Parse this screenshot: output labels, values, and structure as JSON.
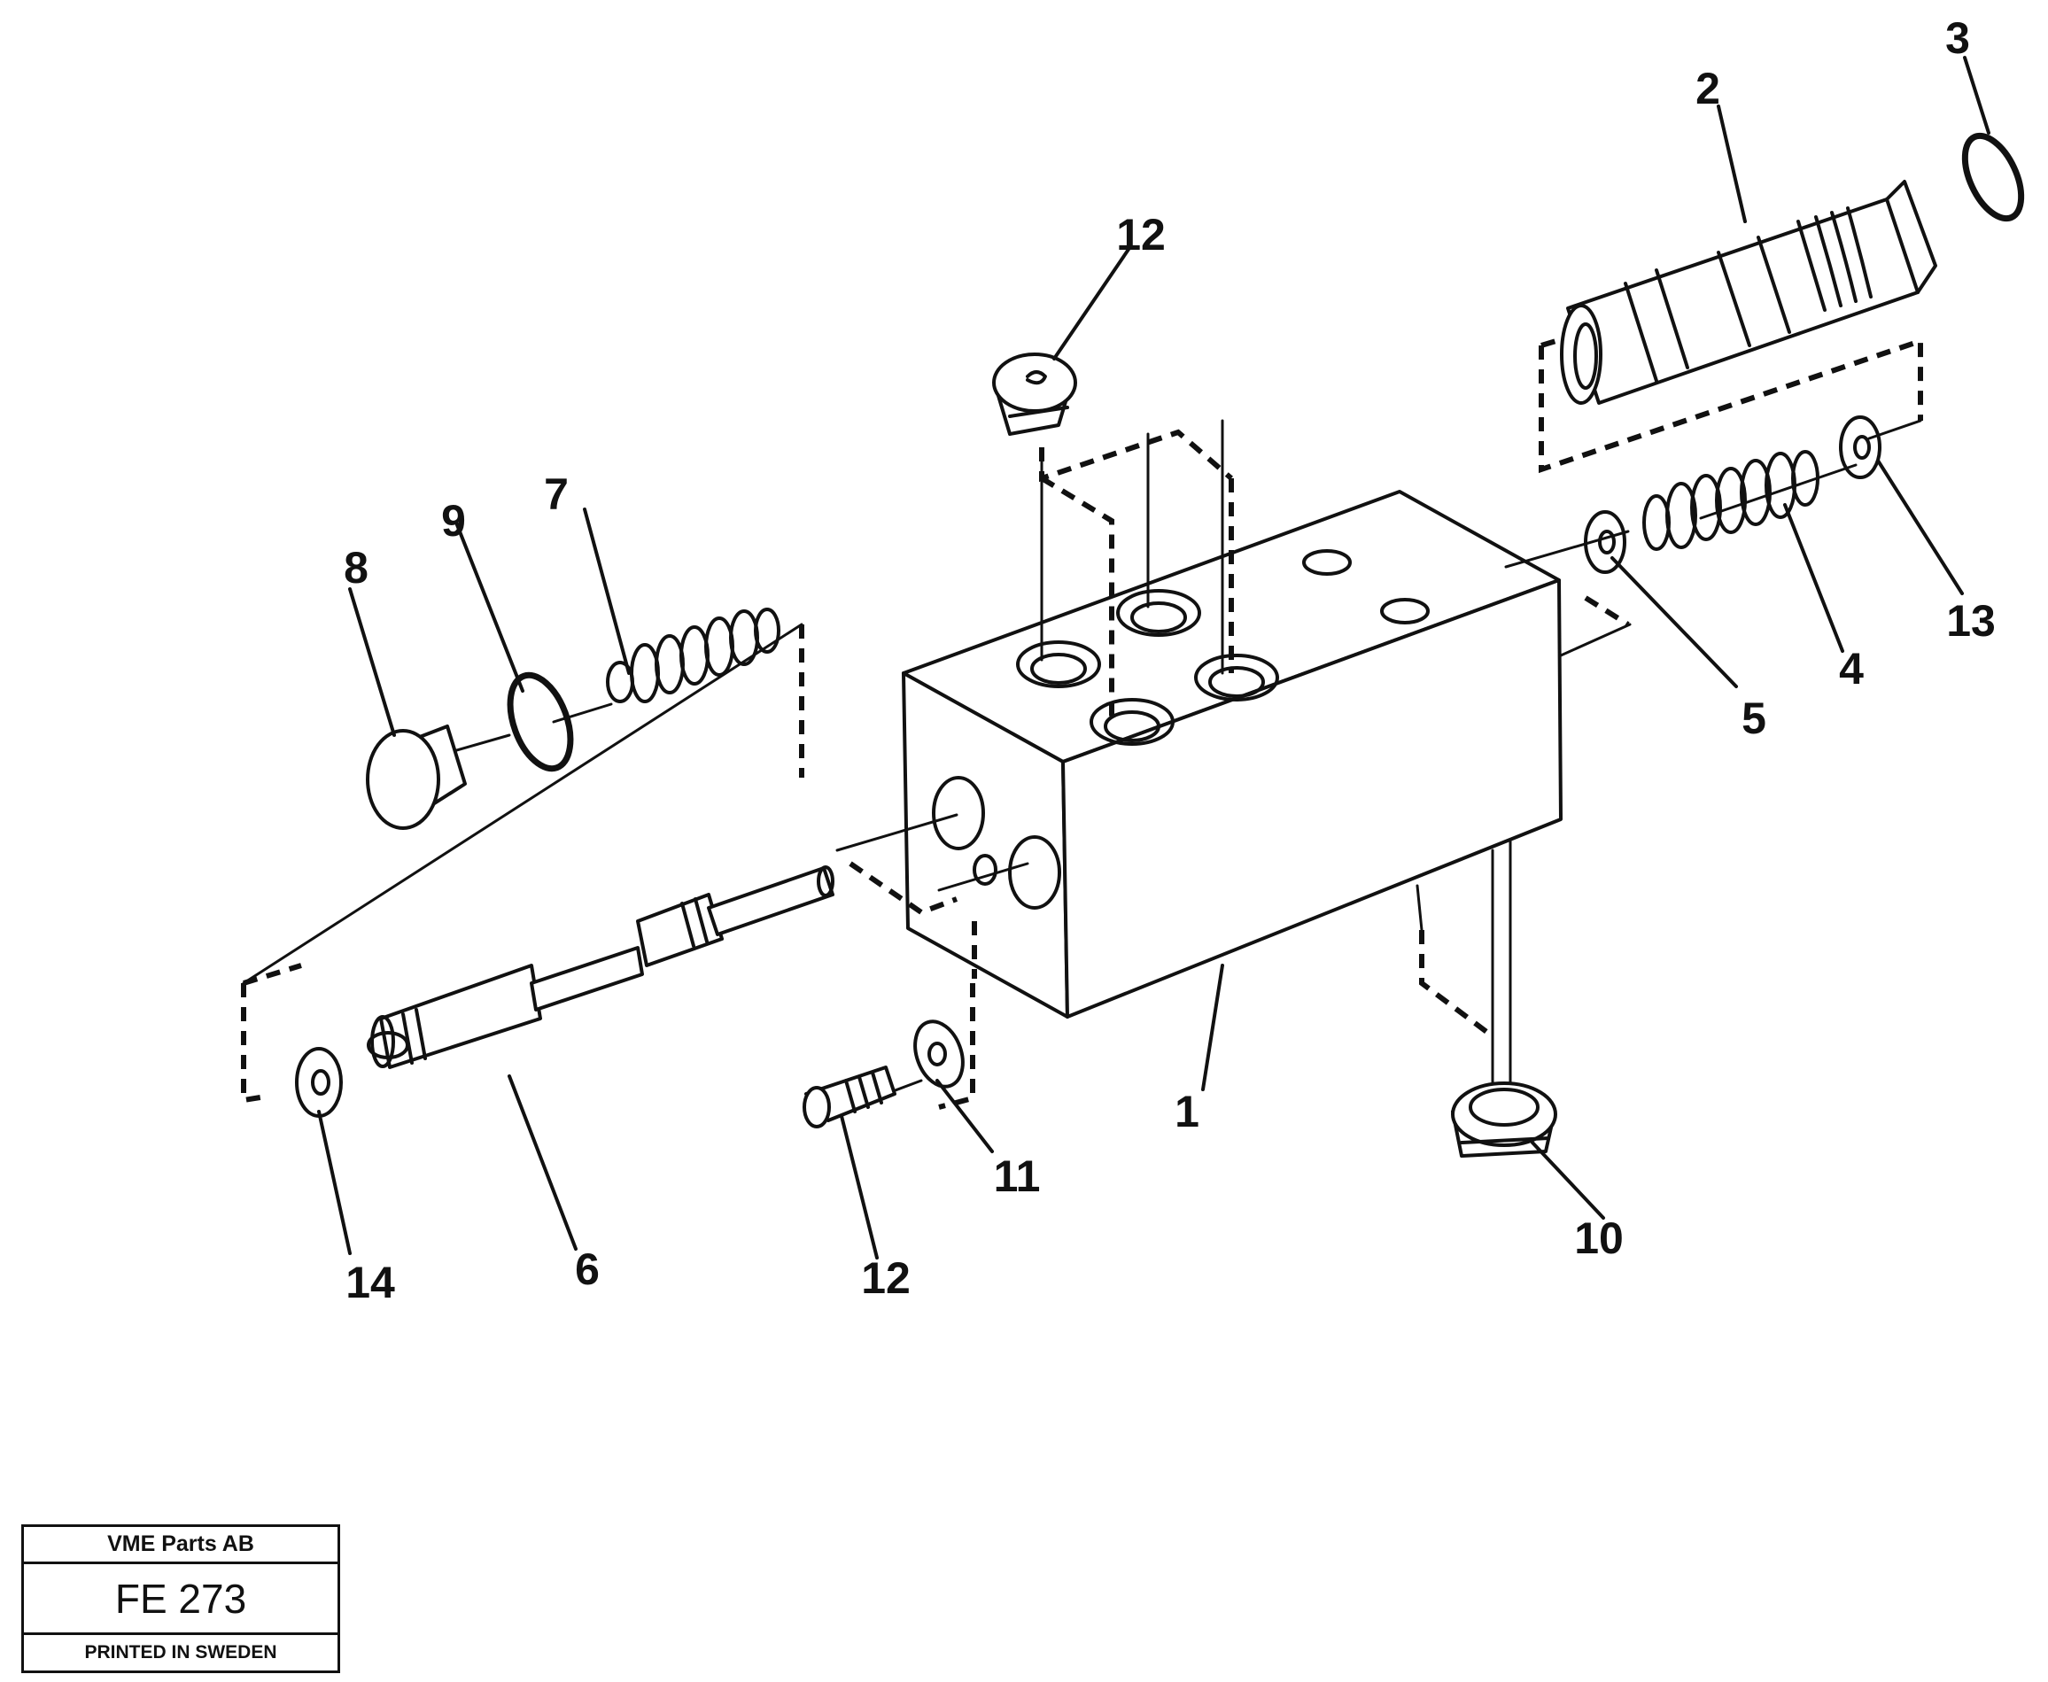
{
  "callouts": {
    "c1": "1",
    "c2": "2",
    "c3": "3",
    "c4": "4",
    "c5": "5",
    "c6": "6",
    "c7": "7",
    "c8": "8",
    "c9": "9",
    "c10": "10",
    "c11": "11",
    "c12_top": "12",
    "c12_bottom": "12",
    "c13": "13",
    "c14": "14"
  },
  "title_block": {
    "company": "VME Parts AB",
    "code": "FE 273",
    "printed": "PRINTED IN SWEDEN"
  }
}
